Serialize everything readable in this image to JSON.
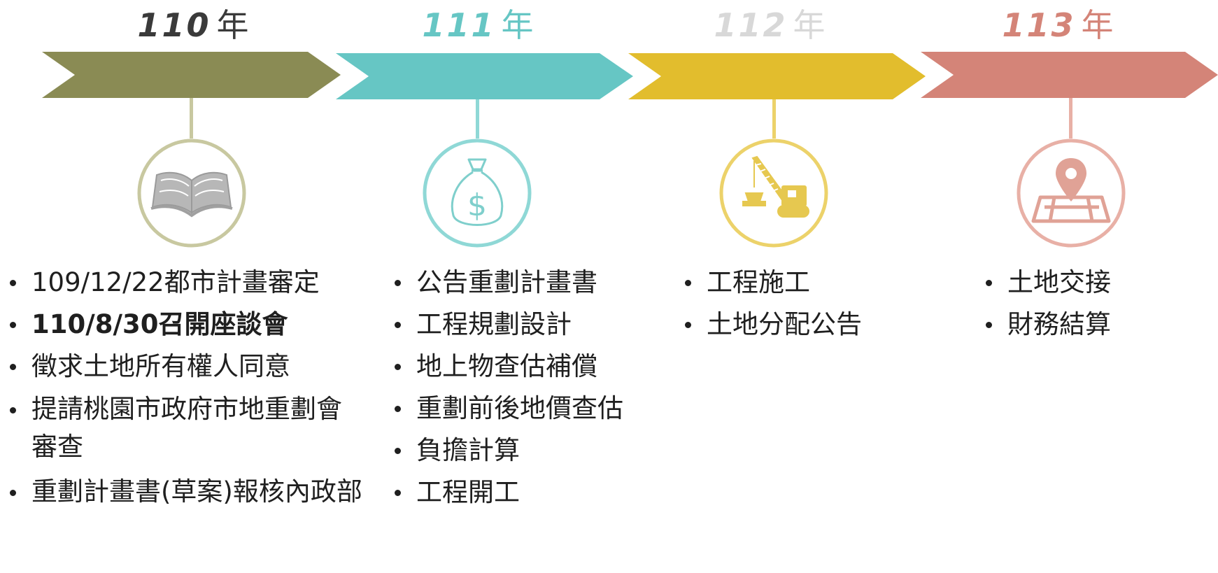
{
  "timeline": [
    {
      "year_number": "110",
      "year_unit": "年",
      "color": "#8a8b54",
      "year_color": "#3a3a3a",
      "ring_color": "#c8c8a0",
      "icon": "open-book-icon",
      "items": [
        {
          "text": "109/12/22都市計畫審定",
          "bold": false
        },
        {
          "text": "110/8/30召開座談會",
          "bold": true
        },
        {
          "text": "徵求土地所有權人同意",
          "bold": false
        },
        {
          "text": "提請桃園市政府市地重劃會審查",
          "bold": false
        },
        {
          "text": "重劃計畫書(草案)報核內政部",
          "bold": false
        }
      ]
    },
    {
      "year_number": "111",
      "year_unit": "年",
      "color": "#66c6c4",
      "year_color": "#66c6c4",
      "ring_color": "#8fd8d6",
      "icon": "money-bag-icon",
      "items": [
        {
          "text": "公告重劃計畫書",
          "bold": false
        },
        {
          "text": "工程規劃設計",
          "bold": false
        },
        {
          "text": "地上物查估補償",
          "bold": false
        },
        {
          "text": "重劃前後地價查估",
          "bold": false
        },
        {
          "text": "負擔計算",
          "bold": false
        },
        {
          "text": "工程開工",
          "bold": false
        }
      ]
    },
    {
      "year_number": "112",
      "year_unit": "年",
      "color": "#e2bd2d",
      "year_color": "#d8d8d8",
      "ring_color": "#ecd26a",
      "icon": "crane-icon",
      "items": [
        {
          "text": "工程施工",
          "bold": false
        },
        {
          "text": "土地分配公告",
          "bold": false
        }
      ]
    },
    {
      "year_number": "113",
      "year_unit": "年",
      "color": "#d48478",
      "year_color": "#d48478",
      "ring_color": "#e8b0a6",
      "icon": "map-pin-icon",
      "items": [
        {
          "text": "土地交接",
          "bold": false
        },
        {
          "text": "財務結算",
          "bold": false
        }
      ]
    }
  ]
}
